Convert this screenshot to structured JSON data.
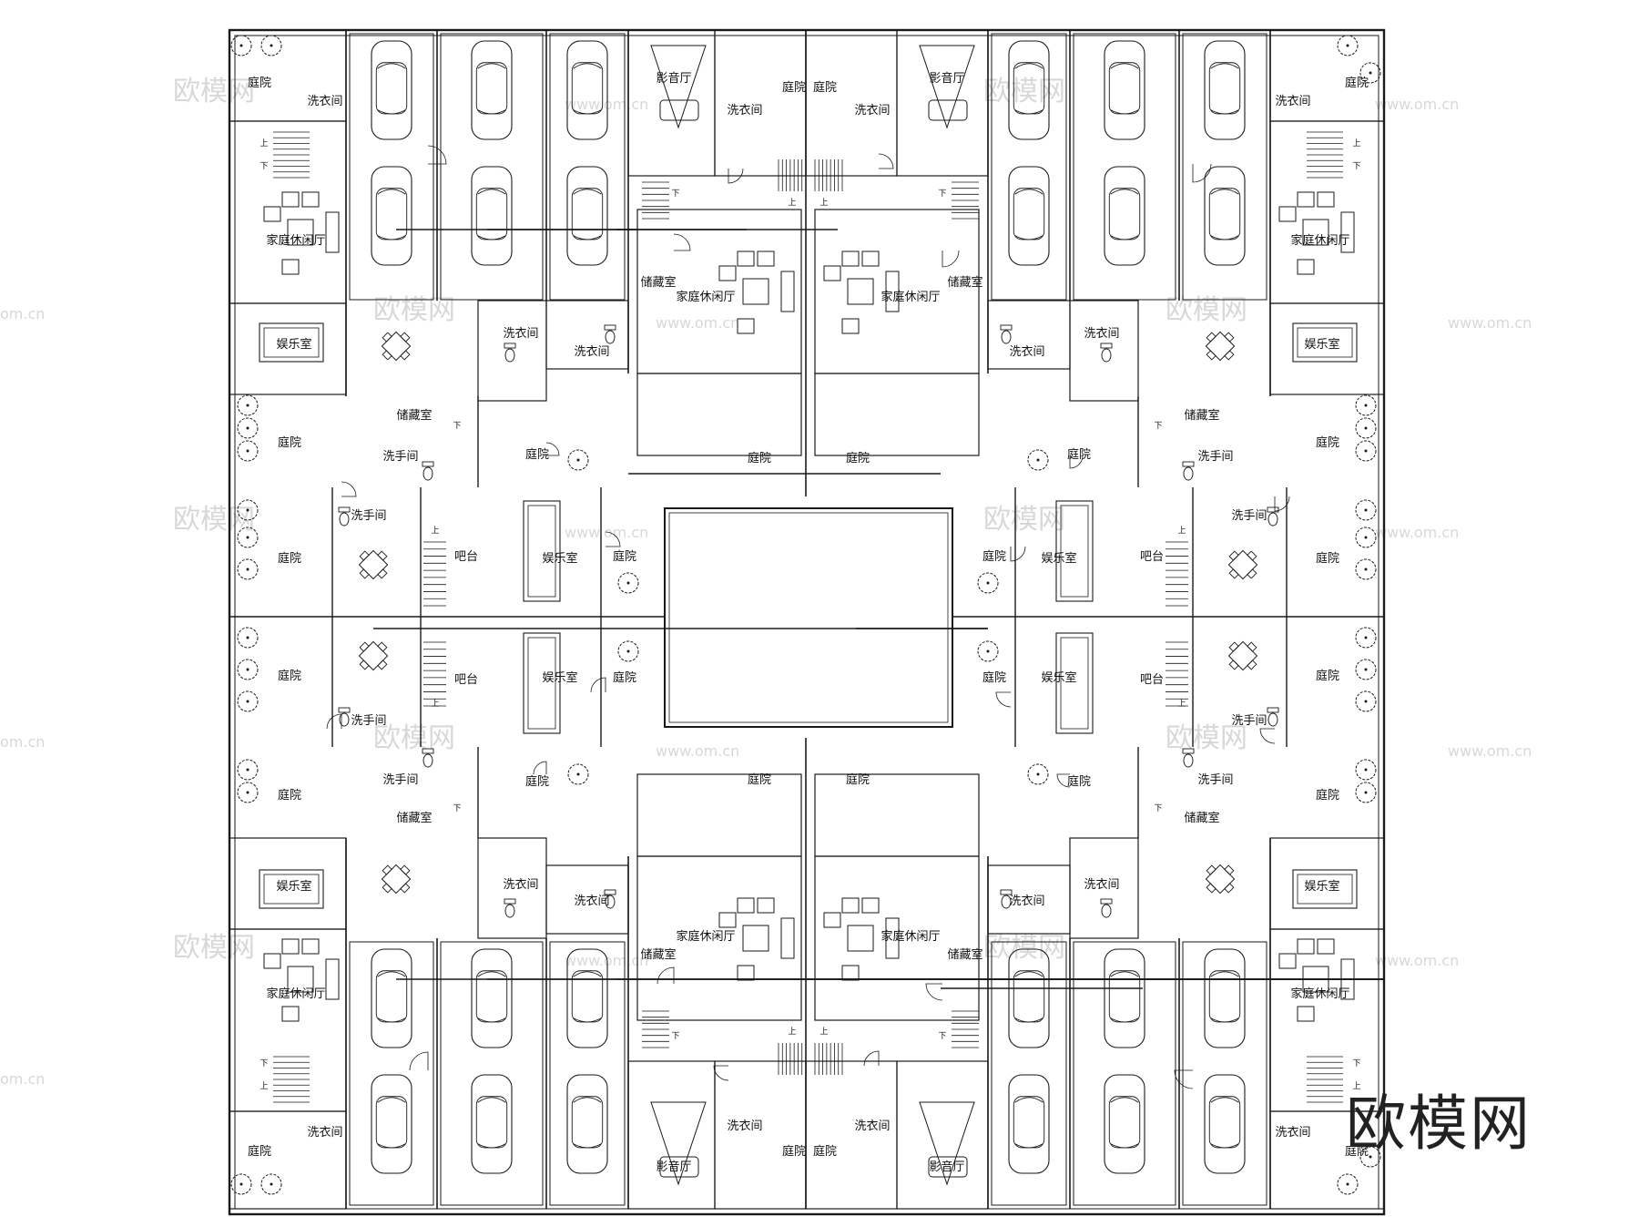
{
  "brand": {
    "text": "欧模网",
    "color": "#222222"
  },
  "watermark": {
    "text_cn": "欧模网",
    "text_url": "www.om.cn",
    "text_url_short": "om.cn",
    "color": "#d8d8d8"
  },
  "style": {
    "line_color": "#1a1a1a",
    "background": "#ffffff"
  },
  "stair": {
    "up": "上",
    "down": "下"
  },
  "rooms": {
    "courtyard": "庭院",
    "laundry": "洗衣间",
    "family_lounge": "家庭休闲厅",
    "recreation": "娱乐室",
    "storage": "储藏室",
    "washroom": "洗手间",
    "bar": "吧台",
    "theater": "影音厅"
  }
}
